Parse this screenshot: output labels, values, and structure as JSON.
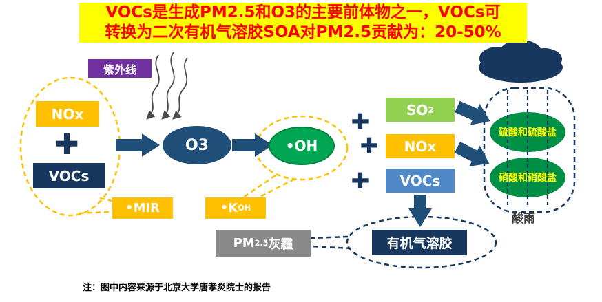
{
  "banner": {
    "line1": "VOCs是生成PM2.5和O3的主要前体物之一，VOCs可",
    "line2": "转换为二次有机气溶胶SOA对PM2.5贡献为：20-50%"
  },
  "labels": {
    "uv": "紫外线",
    "nox_left": "NOx",
    "plus_left": "✚",
    "vocs_left": "VOCs",
    "o3": "O3",
    "oh": "•OH",
    "plus1": "✚",
    "plus2": "✚",
    "plus3": "✚",
    "so2_main": "SO",
    "so2_sub": "2",
    "nox_right": "NOx",
    "vocs_right": "VOCs",
    "sulfate": "硫酸和硫酸盐",
    "nitrate": "硝酸和硝酸盐",
    "acid_rain": "酸雨",
    "mir": "•MIR",
    "koh_main": "•K",
    "koh_sub": "OH",
    "pm_main": "PM",
    "pm_sub": "2.5",
    "pm_suffix": "灰霾",
    "organic_aerosol": "有机气溶胶",
    "note": "注：图中内容来源于北京大学唐孝炎院士的报告"
  },
  "colors": {
    "banner_bg": "#FFFF00",
    "banner_text": "#FF0000",
    "purple": "#7030A0",
    "yellow": "#FFC000",
    "navy": "#17375E",
    "arrow_blue": "#1F4E79",
    "oh_green": "#00A651",
    "product_green": "#009045",
    "so2_green": "#92D050",
    "vocs_blue": "#5089C6",
    "haze_gray": "#898989",
    "product_text": "#FFFF00"
  }
}
